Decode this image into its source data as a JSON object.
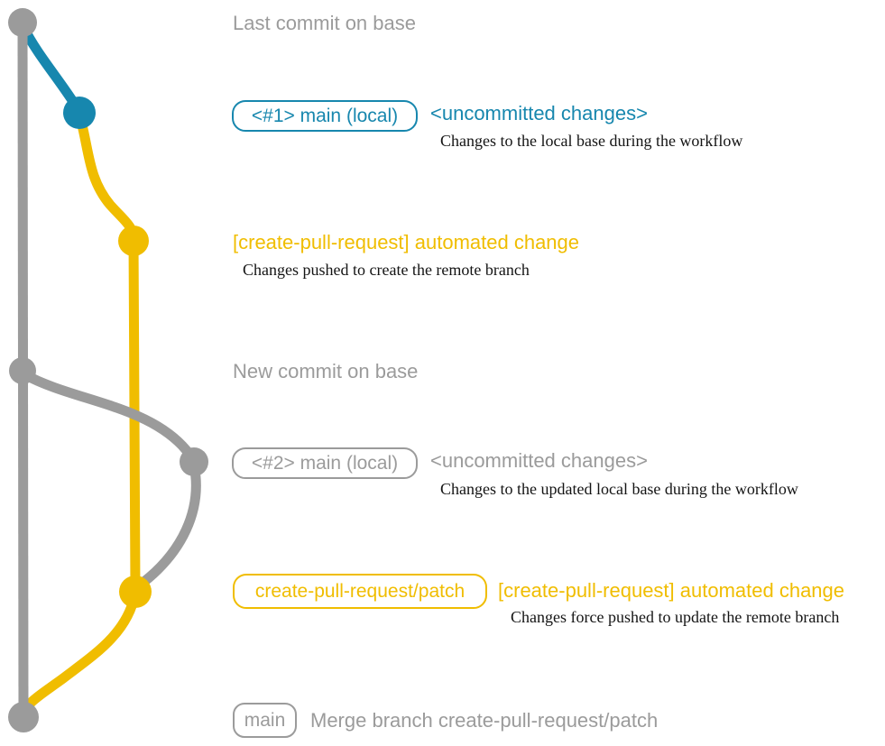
{
  "colors": {
    "gray": "#9b9b9b",
    "blue": "#1787ae",
    "yellow": "#f0bd00",
    "ink": "#141414"
  },
  "labels": {
    "last_commit_on_base": "Last commit on base",
    "badge_main_local_1": "<#1> main (local)",
    "uncommitted_1": "<uncommitted changes>",
    "desc_uncommitted_1": "Changes to the local base during the workflow",
    "automated_change_1": "[create-pull-request] automated change",
    "desc_automated_1": "Changes pushed to create the remote branch",
    "new_commit_on_base": "New commit on base",
    "badge_main_local_2": "<#2> main (local)",
    "uncommitted_2": "<uncommitted changes>",
    "desc_uncommitted_2": "Changes to the updated local base during the workflow",
    "badge_patch_branch": "create-pull-request/patch",
    "automated_change_2": "[create-pull-request] automated change",
    "desc_automated_2": "Changes force pushed to update the remote branch",
    "badge_main": "main",
    "merge_message": "Merge branch create-pull-request/patch"
  }
}
